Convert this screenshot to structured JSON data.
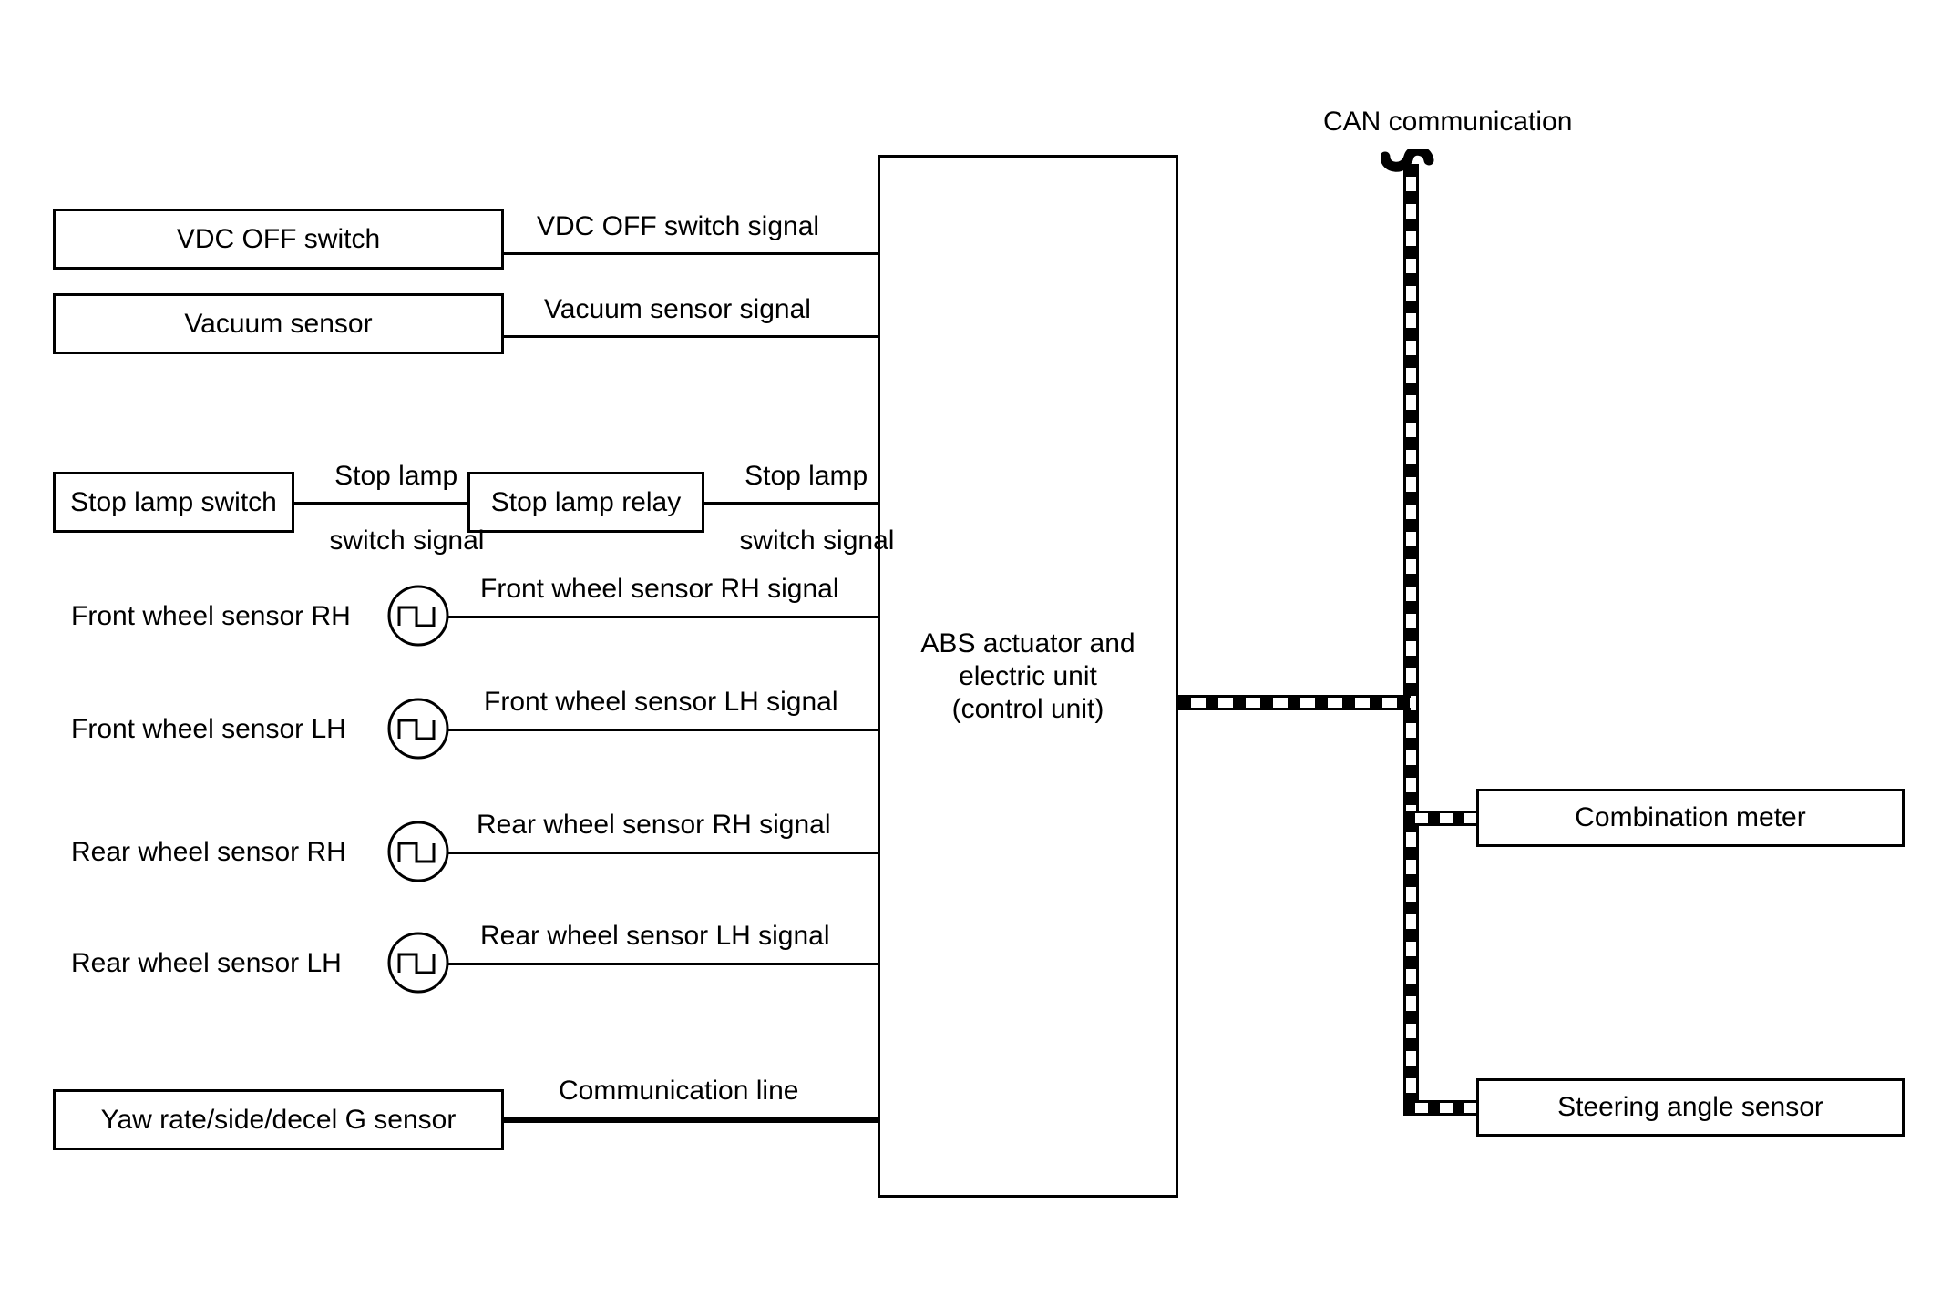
{
  "diagram": {
    "title": "VDC / ABS system block diagram",
    "can_label": "CAN communication",
    "line_color": "#000000",
    "background": "#ffffff"
  },
  "control_unit": {
    "name": "abs-actuator",
    "lines": [
      "ABS actuator and",
      "electric unit",
      "(control unit)"
    ]
  },
  "left_inputs": [
    {
      "name": "vdc-off-switch",
      "label": "VDC OFF switch",
      "signal": "VDC OFF switch signal",
      "symbol": "none"
    },
    {
      "name": "vacuum-sensor",
      "label": "Vacuum sensor",
      "signal": "Vacuum sensor signal",
      "symbol": "none"
    },
    {
      "name": "stop-lamp-switch",
      "label": "Stop lamp switch",
      "signal": "Stop lamp\nswitch signal",
      "symbol": "none"
    },
    {
      "name": "stop-lamp-relay",
      "label": "Stop lamp relay",
      "signal": "Stop lamp\nswitch signal",
      "symbol": "none"
    },
    {
      "name": "front-wheel-sensor-rh",
      "label": "Front wheel sensor RH",
      "signal": "Front wheel sensor RH signal",
      "symbol": "square-wave-circle"
    },
    {
      "name": "front-wheel-sensor-lh",
      "label": "Front wheel sensor LH",
      "signal": "Front wheel sensor LH signal",
      "symbol": "square-wave-circle"
    },
    {
      "name": "rear-wheel-sensor-rh",
      "label": "Rear wheel sensor RH",
      "signal": "Rear wheel sensor RH signal",
      "symbol": "square-wave-circle"
    },
    {
      "name": "rear-wheel-sensor-lh",
      "label": "Rear wheel sensor LH",
      "signal": "Rear wheel sensor LH signal",
      "symbol": "square-wave-circle"
    },
    {
      "name": "yaw-rate-sensor",
      "label": "Yaw rate/side/decel G sensor",
      "signal": "Communication line",
      "symbol": "none"
    }
  ],
  "can_nodes": [
    {
      "name": "combination-meter",
      "label": "Combination meter"
    },
    {
      "name": "steering-angle-sensor",
      "label": "Steering angle sensor"
    }
  ],
  "labels": {
    "vdc_off_switch": "VDC OFF switch",
    "vacuum_sensor": "Vacuum sensor",
    "stop_lamp_switch": "Stop lamp switch",
    "stop_lamp_relay": "Stop lamp relay",
    "front_wheel_sensor_rh": "Front wheel sensor RH",
    "front_wheel_sensor_lh": "Front wheel sensor LH",
    "rear_wheel_sensor_rh": "Rear wheel sensor RH",
    "rear_wheel_sensor_lh": "Rear wheel sensor LH",
    "yaw_rate_sensor": "Yaw rate/side/decel G sensor",
    "combination_meter": "Combination meter",
    "steering_angle_sensor": "Steering angle sensor",
    "can_communication": "CAN communication",
    "abs_line1": "ABS actuator and",
    "abs_line2": "electric unit",
    "abs_line3": "(control unit)"
  },
  "signals": {
    "vdc_off_switch_signal": "VDC OFF switch signal",
    "vacuum_sensor_signal": "Vacuum sensor signal",
    "stop_lamp_switch_signal_l1": "Stop lamp",
    "stop_lamp_switch_signal_l2": "switch signal",
    "stop_lamp_relay_signal_l1": "Stop lamp",
    "stop_lamp_relay_signal_l2": "switch signal",
    "front_wheel_sensor_rh_signal": "Front wheel sensor RH signal",
    "front_wheel_sensor_lh_signal": "Front wheel sensor LH signal",
    "rear_wheel_sensor_rh_signal": "Rear wheel sensor RH signal",
    "rear_wheel_sensor_lh_signal": "Rear wheel sensor LH signal",
    "communication_line": "Communication line"
  }
}
